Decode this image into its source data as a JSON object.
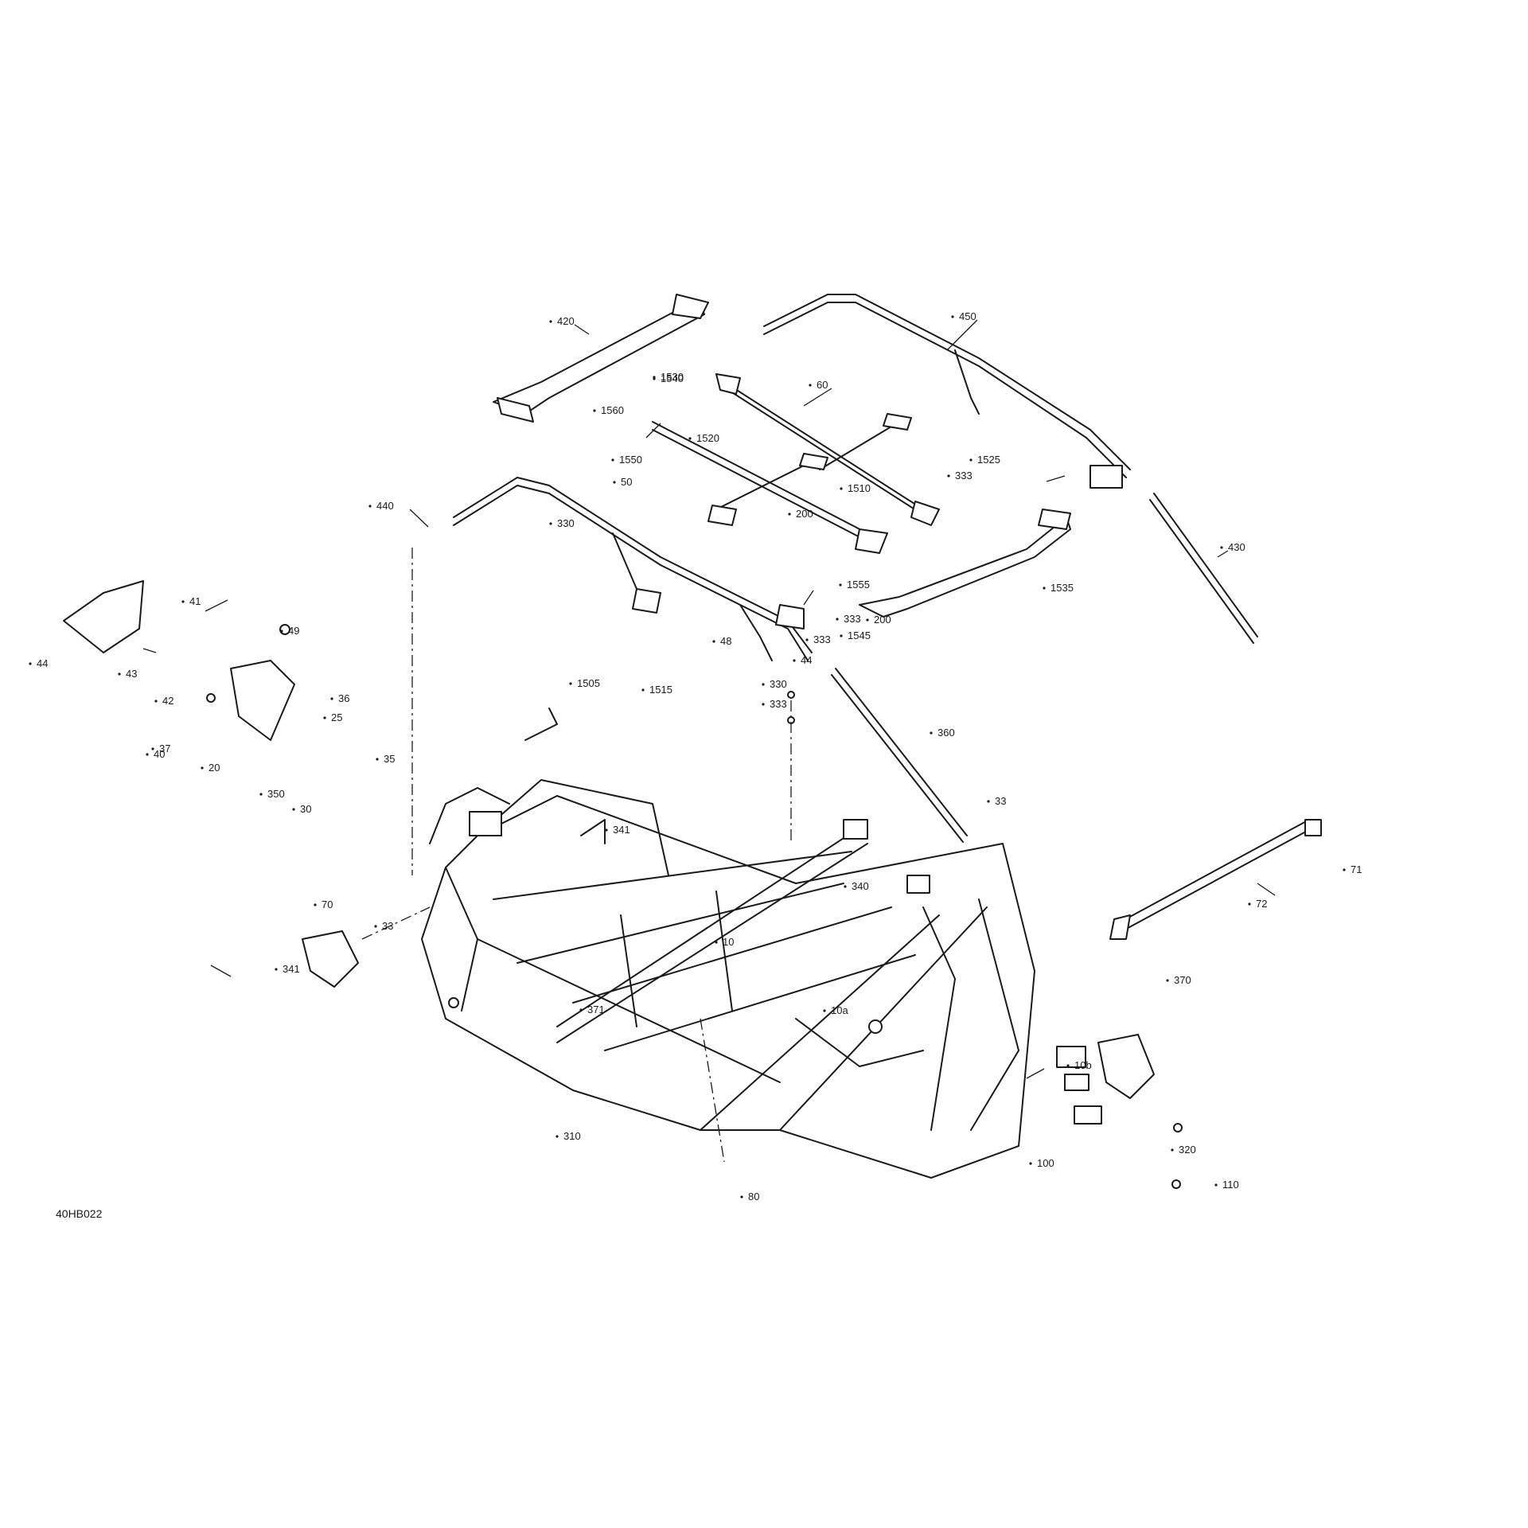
{
  "figure_code": "40HB022",
  "callouts": [
    "420",
    "450",
    "60",
    "1540",
    "1530",
    "1560",
    "1550",
    "50",
    "1520",
    "1510",
    "200",
    "333",
    "1525",
    "440",
    "330",
    "430",
    "1535",
    "200",
    "1555",
    "333",
    "1545",
    "333",
    "48",
    "44",
    "41",
    "49",
    "44",
    "43",
    "42",
    "37",
    "40",
    "25",
    "20",
    "36",
    "35",
    "350",
    "30",
    "1505",
    "1515",
    "330",
    "333",
    "360",
    "33",
    "341",
    "340",
    "71",
    "72",
    "70",
    "33",
    "341",
    "10",
    "370",
    "10b",
    "371",
    "10a",
    "310",
    "80",
    "320",
    "100",
    "110"
  ]
}
